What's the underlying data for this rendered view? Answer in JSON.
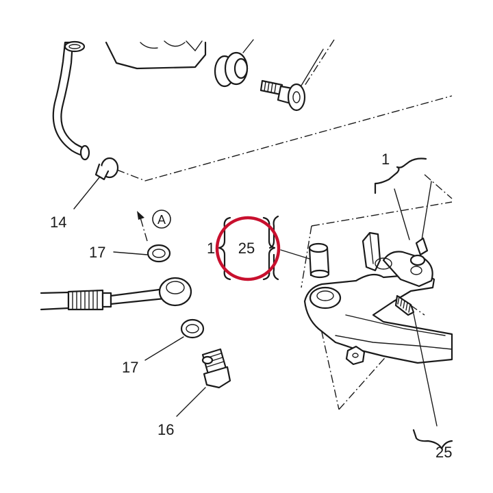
{
  "diagram": {
    "callouts": {
      "top_bracket": "1",
      "hose_clamp": "14",
      "washer_upper": "17",
      "washer_lower": "17",
      "banjo_bolt": "16",
      "bracket_left_partial": "1",
      "highlighted": "25",
      "arrow_view": "A",
      "bottom_right_partial": "25"
    },
    "highlight": {
      "color": "#c8102e"
    }
  }
}
